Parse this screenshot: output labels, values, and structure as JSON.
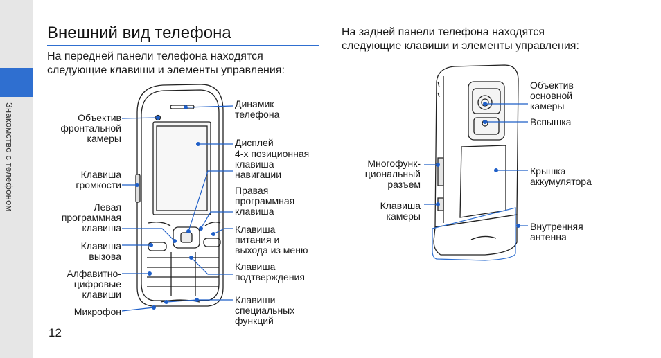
{
  "sidebar": {
    "section": "Знакомство с телефоном"
  },
  "page": {
    "number": "12",
    "title": "Внешний вид телефона"
  },
  "front": {
    "intro": "На передней панели телефона находятся\nследующие клавиши и элементы управления:",
    "labels": {
      "front_camera": "Объектив\nфронтальной\nкамеры",
      "volume_key": "Клавиша\nгромкости",
      "left_soft_key": "Левая\nпрограммная\nклавиша",
      "call_key": "Клавиша\nвызова",
      "alphanumeric_keys": "Алфавитно-\nцифровые\nклавиши",
      "microphone": "Микрофон",
      "speaker": "Динамик\nтелефона",
      "display": "Дисплей",
      "nav_key": "4-х позиционная\nклавиша\nнавигации",
      "right_soft_key": "Правая\nпрограммная\nклавиша",
      "power_key": "Клавиша\nпитания и\nвыхода из меню",
      "confirm_key": "Клавиша\nподтверждения",
      "special_keys": "Клавиши\nспециальных\nфункций"
    }
  },
  "back": {
    "intro": "На задней панели телефона находятся\nследующие клавиши и элементы управления:",
    "labels": {
      "main_camera": "Объектив\nосновной\nкамеры",
      "flash": "Вспышка",
      "battery_cover": "Крышка\nаккумулятора",
      "antenna": "Внутренняя\nантенна",
      "multi_connector": "Многофунк-\nциональный\nразъем",
      "camera_key": "Клавиша\nкамеры"
    }
  },
  "colors": {
    "accent": "#2f6fd0",
    "sidebar": "#e6e6e6",
    "leader": "#1f5fc8"
  }
}
